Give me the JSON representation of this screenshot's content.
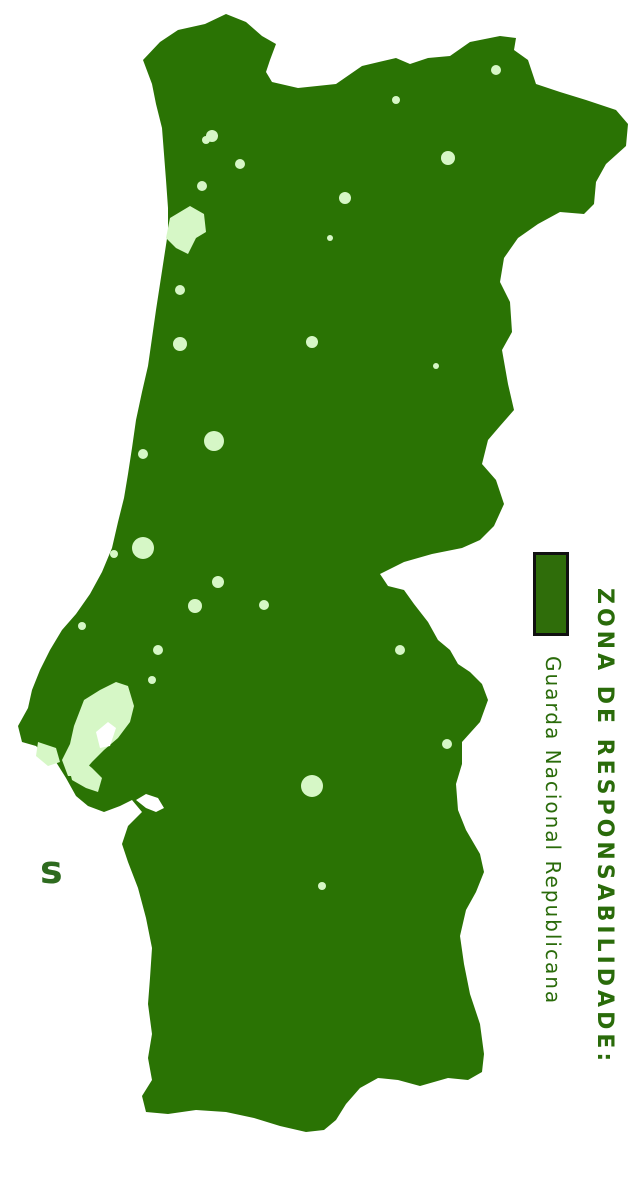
{
  "map": {
    "fill_color": "#2a7304",
    "urban_color": "#d6f7c6",
    "background": "#ffffff"
  },
  "legend": {
    "title": "ZONA DE RESPONSABILIDADE:",
    "items": [
      {
        "label": "Guarda Nacional Republicana",
        "color": "#2f6d0a"
      }
    ]
  },
  "partial_text": "s"
}
